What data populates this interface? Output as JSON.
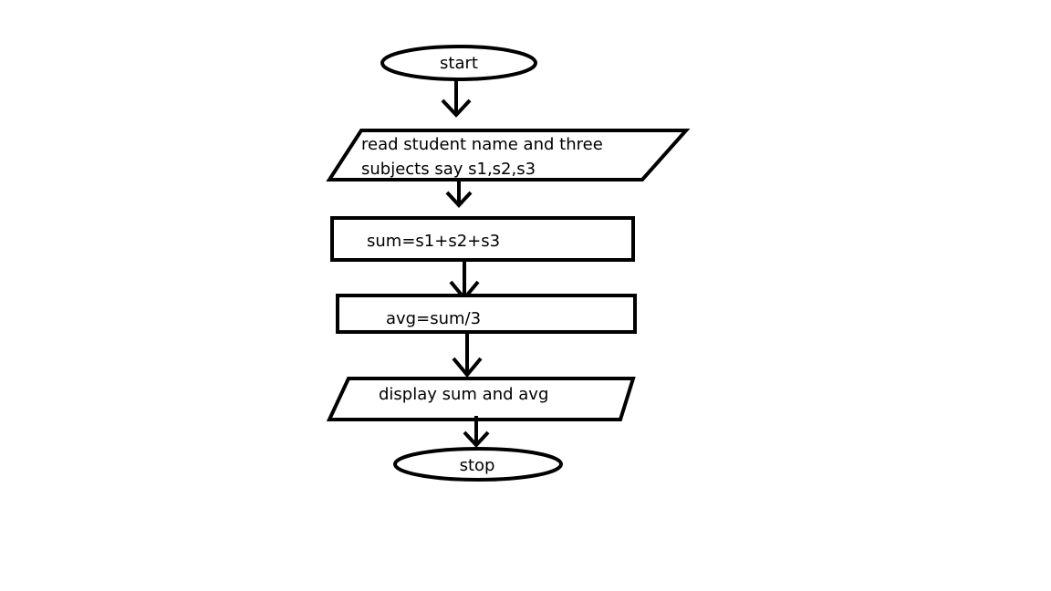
{
  "flowchart": {
    "start_label": "start",
    "input_line1": "read student name and three",
    "input_line2": "subjects say s1,s2,s3",
    "sum_label": "sum=s1+s2+s3",
    "avg_label": "avg=sum/3",
    "display_label": "display sum and avg",
    "stop_label": "stop"
  },
  "colors": {
    "stroke": "#000000",
    "background": "#ffffff"
  }
}
